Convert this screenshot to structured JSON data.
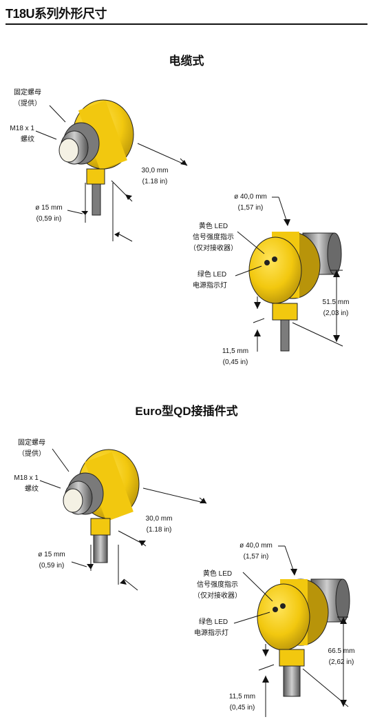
{
  "page_title": "T18U系列外形尺寸",
  "sections": [
    {
      "title": "电缆式",
      "labels": {
        "nut": "固定螺母",
        "nut_sub": "（提供）",
        "thread": "M18 x 1",
        "thread_sub": "螺纹",
        "depth_mm": "30,0 mm",
        "depth_in": "(1.18 in)",
        "dia15_mm": "ø 15 mm",
        "dia15_in": "(0,59 in)",
        "dia40_mm": "ø 40,0 mm",
        "dia40_in": "(1,57 in)",
        "yellow_led": "黄色 LED",
        "yellow_led_desc": "信号强度指示",
        "yellow_led_desc2": "（仅对接收器）",
        "green_led": "绿色 LED",
        "green_led_desc": "电源指示灯",
        "height_mm": "51.5 mm",
        "height_in": "(2,03 in)",
        "offset_mm": "11,5 mm",
        "offset_in": "(0,45 in)"
      }
    },
    {
      "title": "Euro型QD接插件式",
      "labels": {
        "nut": "固定螺母",
        "nut_sub": "（提供）",
        "thread": "M18 x 1",
        "thread_sub": "螺纹",
        "depth_mm": "30,0 mm",
        "depth_in": "(1.18 in)",
        "dia15_mm": "ø 15 mm",
        "dia15_in": "(0,59 in)",
        "dia40_mm": "ø 40,0 mm",
        "dia40_in": "(1,57 in)",
        "yellow_led": "黄色 LED",
        "yellow_led_desc": "信号强度指示",
        "yellow_led_desc2": "（仅对接收器）",
        "green_led": "绿色 LED",
        "green_led_desc": "电源指示灯",
        "height_mm": "66.5 mm",
        "height_in": "(2,62 in)",
        "offset_mm": "11,5 mm",
        "offset_in": "(0,45 in)"
      }
    }
  ],
  "colors": {
    "sensor_yellow": "#f2c80f",
    "sensor_shadow": "#b8940a",
    "metal": "#8a8a8a",
    "lens": "#f4f1e4"
  }
}
